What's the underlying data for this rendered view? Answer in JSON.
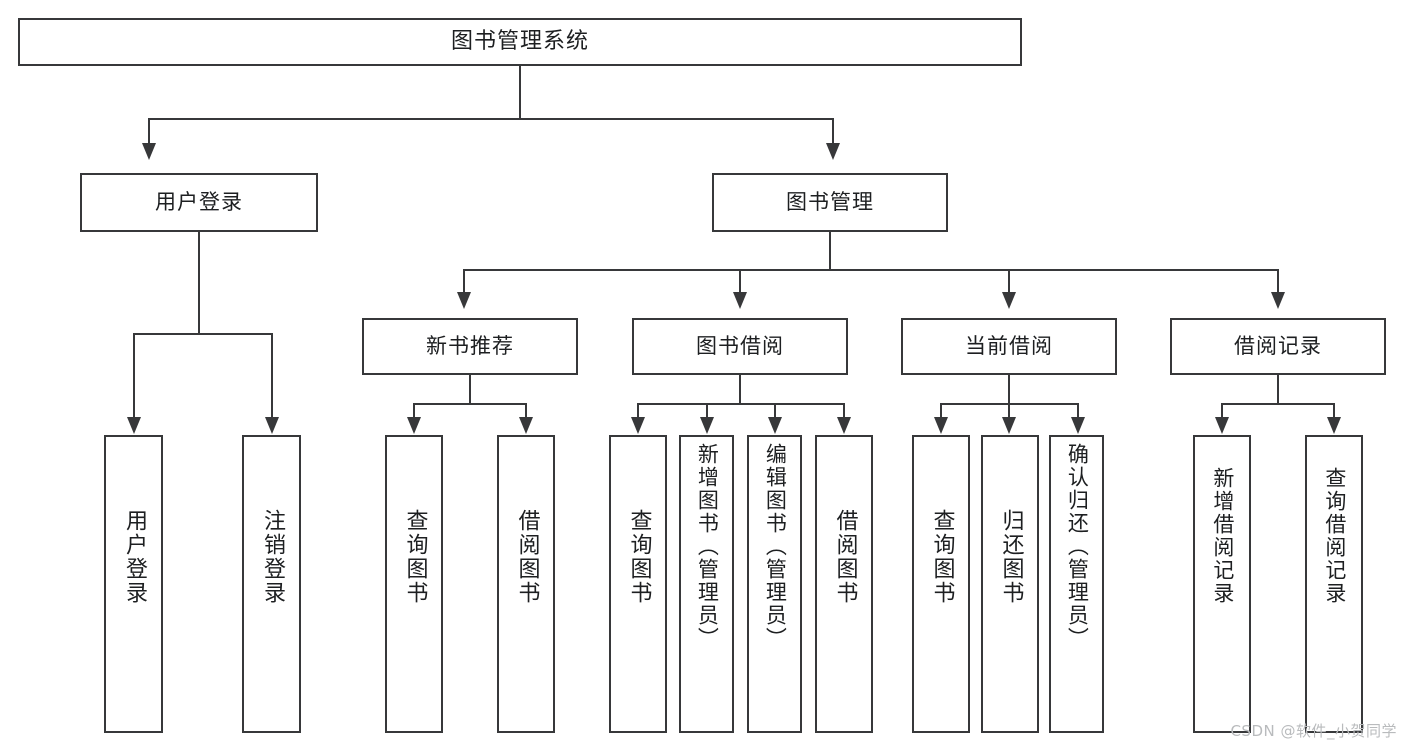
{
  "diagram": {
    "title": "图书管理系统",
    "watermark": "CSDN @软件_小贺同学",
    "root": {
      "label": "图书管理系统"
    },
    "level1": [
      {
        "label": "用户登录"
      },
      {
        "label": "图书管理"
      }
    ],
    "level2": [
      {
        "label": "新书推荐"
      },
      {
        "label": "图书借阅"
      },
      {
        "label": "当前借阅"
      },
      {
        "label": "借阅记录"
      }
    ],
    "leaves": {
      "user_login": [
        {
          "label": "用户登录"
        },
        {
          "label": "注销登录"
        }
      ],
      "new_book": [
        {
          "label": "查询图书"
        },
        {
          "label": "借阅图书"
        }
      ],
      "book_borrow": [
        {
          "label": "查询图书"
        },
        {
          "label": "新增图书（管理员）"
        },
        {
          "label": "编辑图书（管理员）"
        },
        {
          "label": "借阅图书"
        }
      ],
      "current_borrow": [
        {
          "label": "查询图书"
        },
        {
          "label": "归还图书"
        },
        {
          "label": "确认归还（管理员）"
        }
      ],
      "borrow_record": [
        {
          "label": "新增借阅记录"
        },
        {
          "label": "查询借阅记录"
        }
      ]
    },
    "colors": {
      "stroke": "#37383a",
      "background": "#ffffff",
      "text": "#1d1f21",
      "watermark": "#b9bbbd"
    }
  }
}
